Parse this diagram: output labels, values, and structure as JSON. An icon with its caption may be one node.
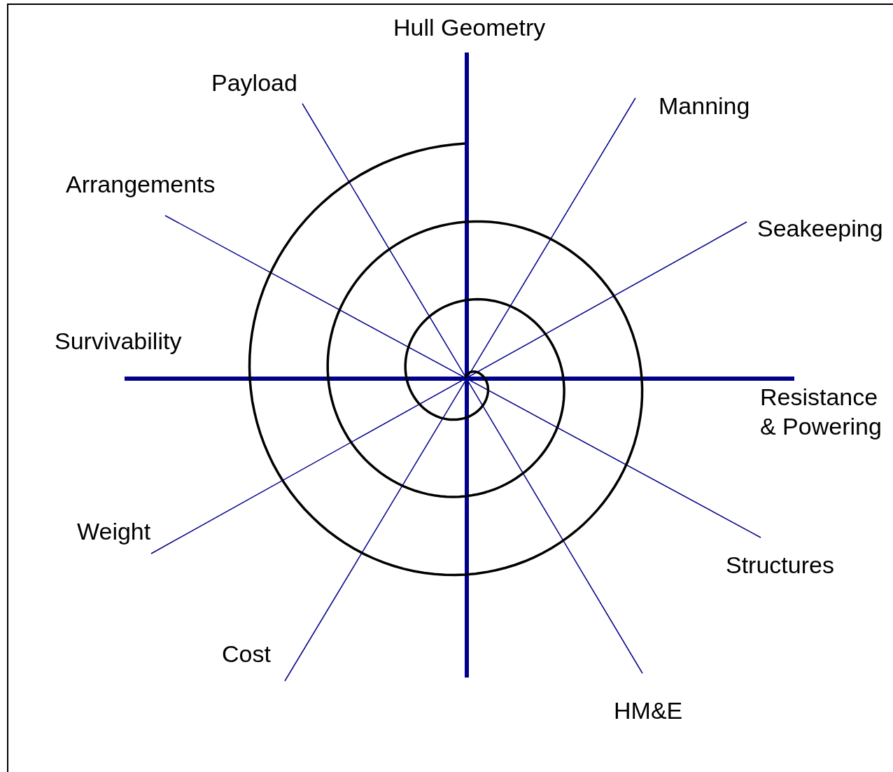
{
  "diagram": {
    "labels": [
      "Hull Geometry",
      "Payload",
      "Manning",
      "Arrangements",
      "Seakeeping",
      "Survivability",
      "Resistance & Powering",
      "Weight",
      "Structures",
      "Cost",
      "HM&E"
    ]
  }
}
